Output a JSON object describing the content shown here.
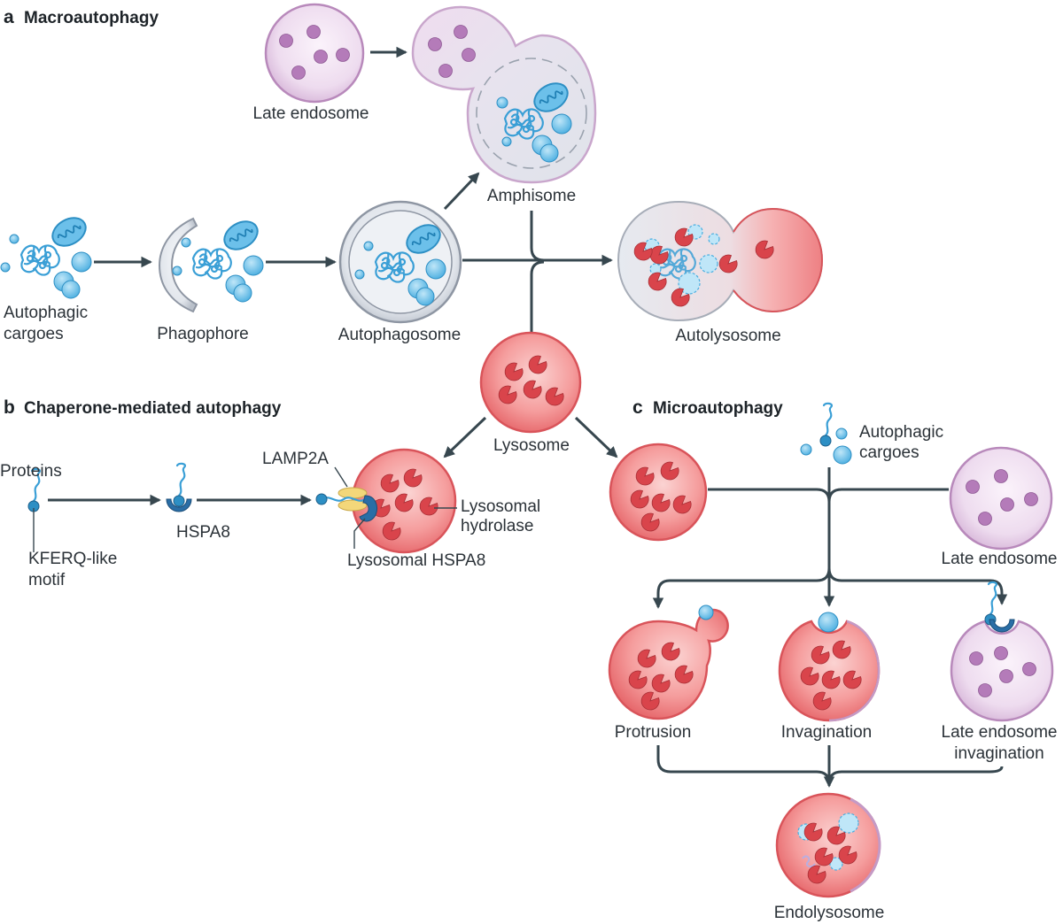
{
  "panels": {
    "a": {
      "letter": "a",
      "title": "Macroautophagy"
    },
    "b": {
      "letter": "b",
      "title": "Chaperone-mediated autophagy"
    },
    "c": {
      "letter": "c",
      "title": "Microautophagy"
    }
  },
  "labels": {
    "late_endosome_a": "Late endosome",
    "amphisome": "Amphisome",
    "autophagic_cargoes_a_line1": "Autophagic",
    "autophagic_cargoes_a_line2": "cargoes",
    "phagophore": "Phagophore",
    "autophagosome": "Autophagosome",
    "autolysosome": "Autolysosome",
    "lysosome": "Lysosome",
    "proteins": "Proteins",
    "kferq_line1": "KFERQ-like",
    "kferq_line2": "motif",
    "hspa8": "HSPA8",
    "lamp2a": "LAMP2A",
    "lysosomal_hydrolase_line1": "Lysosomal",
    "lysosomal_hydrolase_line2": "hydrolase",
    "lysosomal_hspa8": "Lysosomal HSPA8",
    "autophagic_cargoes_c_line1": "Autophagic",
    "autophagic_cargoes_c_line2": "cargoes",
    "late_endosome_c": "Late endosome",
    "protrusion": "Protrusion",
    "invagination": "Invagination",
    "late_endosome_invagination_line1": "Late endosome",
    "late_endosome_invagination_line2": "invagination",
    "endolysosome": "Endolysosome"
  },
  "colors": {
    "lysosome_fill": "#ef8a8c",
    "lysosome_edge": "#d9545a",
    "hydrolase": "#d9444b",
    "endosome_fill": "#eedcef",
    "endosome_edge": "#b889bb",
    "endosome_dot": "#b47bb9",
    "cargo": "#5bb8e6",
    "cargo_edge": "#2d8fc4",
    "vesicle_fill": "#dfe3ea",
    "vesicle_edge": "#8e96a3",
    "chaperone": "#2a6ea6",
    "lamp2a": "#f3d77a",
    "arrow": "#37474f"
  }
}
